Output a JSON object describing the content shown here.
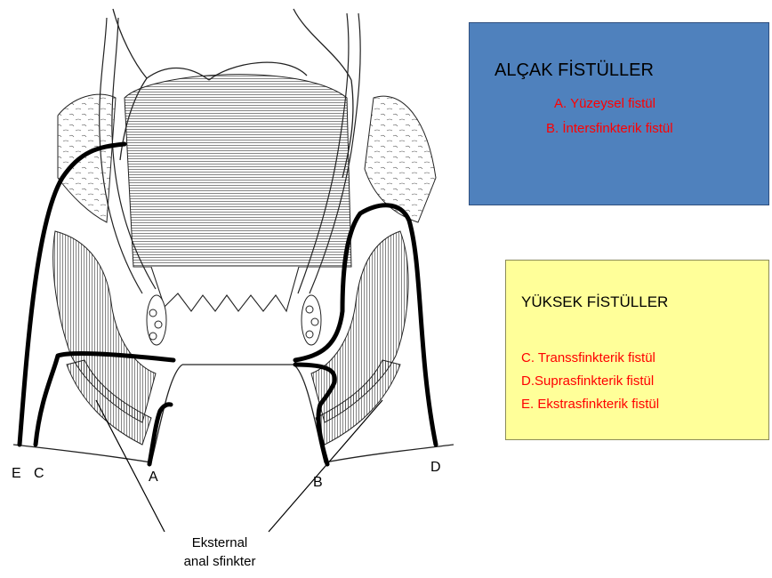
{
  "low_box": {
    "title": "ALÇAK FİSTÜLLER",
    "items": [
      "A. Yüzeysel fistül",
      "B. İntersfinkterik fistül"
    ]
  },
  "high_box": {
    "title": "YÜKSEK FİSTÜLLER",
    "items": [
      "C. Transsfinkterik fistül",
      "D.Suprasfinkterik fistül",
      "E. Ekstrasfinkterik fistül"
    ]
  },
  "figure_labels": {
    "E": "E",
    "C": "C",
    "A": "A",
    "B": "B",
    "D": "D"
  },
  "caption": {
    "line1": "Eksternal",
    "line2": "anal sfinkter"
  },
  "colors": {
    "low_box_bg": "#4f81bd",
    "high_box_bg": "#ffff99",
    "item_text": "#ff0000"
  }
}
